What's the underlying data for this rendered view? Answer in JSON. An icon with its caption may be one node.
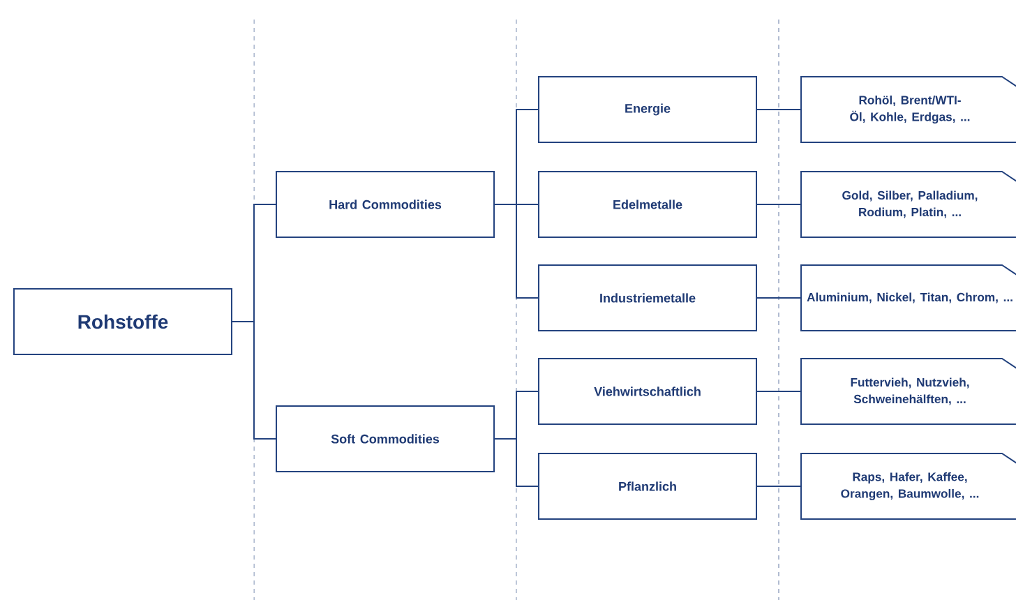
{
  "diagram": {
    "nodes": [
      {
        "text": [
          "Rohstoffe"
        ]
      },
      {
        "text": [
          "Hard Commodities"
        ]
      },
      {
        "text": [
          "Soft Commodities"
        ]
      },
      {
        "text": [
          "Energie"
        ]
      },
      {
        "text": [
          "Edelmetalle"
        ]
      },
      {
        "text": [
          "Industriemetalle"
        ]
      },
      {
        "text": [
          "Viehwirtschaftlich"
        ]
      },
      {
        "text": [
          "Pflanzlich"
        ]
      },
      {
        "text": [
          "Rohöl, Brent/WTI-Öl, Kohle, Erdgas, ..."
        ]
      },
      {
        "text": [
          "Gold, Silber, Palladium, Rodium, Platin, ..."
        ]
      },
      {
        "text": [
          "Aluminium, Nickel, Titan, Chrom, ..."
        ]
      },
      {
        "text": [
          "Futtervieh, Nutzvieh, Schweinehälften, ..."
        ]
      },
      {
        "text": [
          "Raps, Hafer, Kaffee, Orangen, Baumwolle, ..."
        ]
      }
    ],
    "edges": [
      {
        "from": 0,
        "to": 1,
        "arrow": "none"
      },
      {
        "from": 0,
        "to": 2,
        "arrow": "none"
      },
      {
        "from": 1,
        "to": 3,
        "arrow": "none"
      },
      {
        "from": 1,
        "to": 4,
        "arrow": "none"
      },
      {
        "from": 1,
        "to": 5,
        "arrow": "none"
      },
      {
        "from": 2,
        "to": 6,
        "arrow": "none"
      },
      {
        "from": 2,
        "to": 7,
        "arrow": "none"
      },
      {
        "from": 3,
        "to": 8,
        "arrow": "none"
      },
      {
        "from": 4,
        "to": 9,
        "arrow": "none"
      },
      {
        "from": 5,
        "to": 10,
        "arrow": "none"
      },
      {
        "from": 6,
        "to": 11,
        "arrow": "none"
      },
      {
        "from": 7,
        "to": 12,
        "arrow": "none"
      }
    ]
  }
}
